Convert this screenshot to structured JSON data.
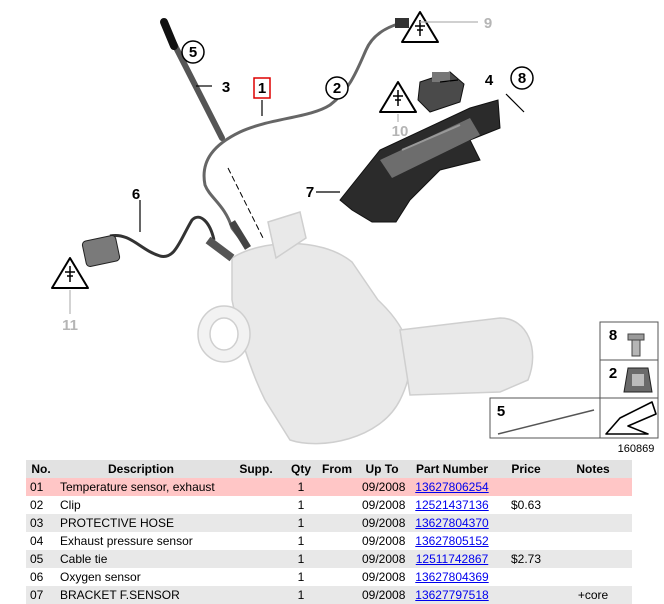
{
  "diagram": {
    "image_number": "160869",
    "callouts": [
      "1",
      "2",
      "3",
      "4",
      "5",
      "6",
      "7",
      "8",
      "9",
      "10",
      "11"
    ],
    "inset_labels": [
      "8",
      "2",
      "5"
    ],
    "warning_icon": "electrical-warning-triangle-icon"
  },
  "table": {
    "headers": [
      "No.",
      "Description",
      "Supp.",
      "Qty",
      "From",
      "Up To",
      "Part Number",
      "Price",
      "Notes"
    ],
    "selected_index": 0,
    "rows": [
      {
        "no": "01",
        "description": "Temperature sensor, exhaust",
        "supp": "",
        "qty": "1",
        "from": "",
        "up_to": "09/2008",
        "part_number": "13627806254",
        "price": "",
        "notes": ""
      },
      {
        "no": "02",
        "description": "Clip",
        "supp": "",
        "qty": "1",
        "from": "",
        "up_to": "09/2008",
        "part_number": "12521437136",
        "price": "$0.63",
        "notes": ""
      },
      {
        "no": "03",
        "description": "PROTECTIVE HOSE",
        "supp": "",
        "qty": "1",
        "from": "",
        "up_to": "09/2008",
        "part_number": "13627804370",
        "price": "",
        "notes": ""
      },
      {
        "no": "04",
        "description": "Exhaust pressure sensor",
        "supp": "",
        "qty": "1",
        "from": "",
        "up_to": "09/2008",
        "part_number": "13627805152",
        "price": "",
        "notes": ""
      },
      {
        "no": "05",
        "description": "Cable tie",
        "supp": "",
        "qty": "1",
        "from": "",
        "up_to": "09/2008",
        "part_number": "12511742867",
        "price": "$2.73",
        "notes": ""
      },
      {
        "no": "06",
        "description": "Oxygen sensor",
        "supp": "",
        "qty": "1",
        "from": "",
        "up_to": "09/2008",
        "part_number": "13627804369",
        "price": "",
        "notes": ""
      },
      {
        "no": "07",
        "description": "BRACKET F.SENSOR",
        "supp": "",
        "qty": "1",
        "from": "",
        "up_to": "09/2008",
        "part_number": "13627797518",
        "price": "",
        "notes": "+core"
      }
    ]
  }
}
